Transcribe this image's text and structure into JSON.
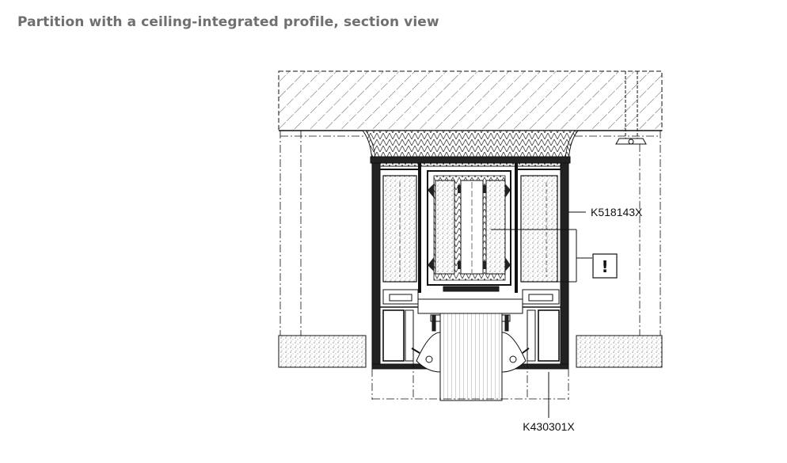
{
  "header": {
    "title": "Partition with a ceiling-integrated profile, section view"
  },
  "callouts": {
    "upper_part": "K518143X",
    "lower_part": "K430301X",
    "warning_symbol": "!"
  },
  "icons": {
    "warning": "exclamation-icon"
  },
  "colors": {
    "title": "#6f6f6f",
    "line": "#111111",
    "hatch": "#333333"
  }
}
